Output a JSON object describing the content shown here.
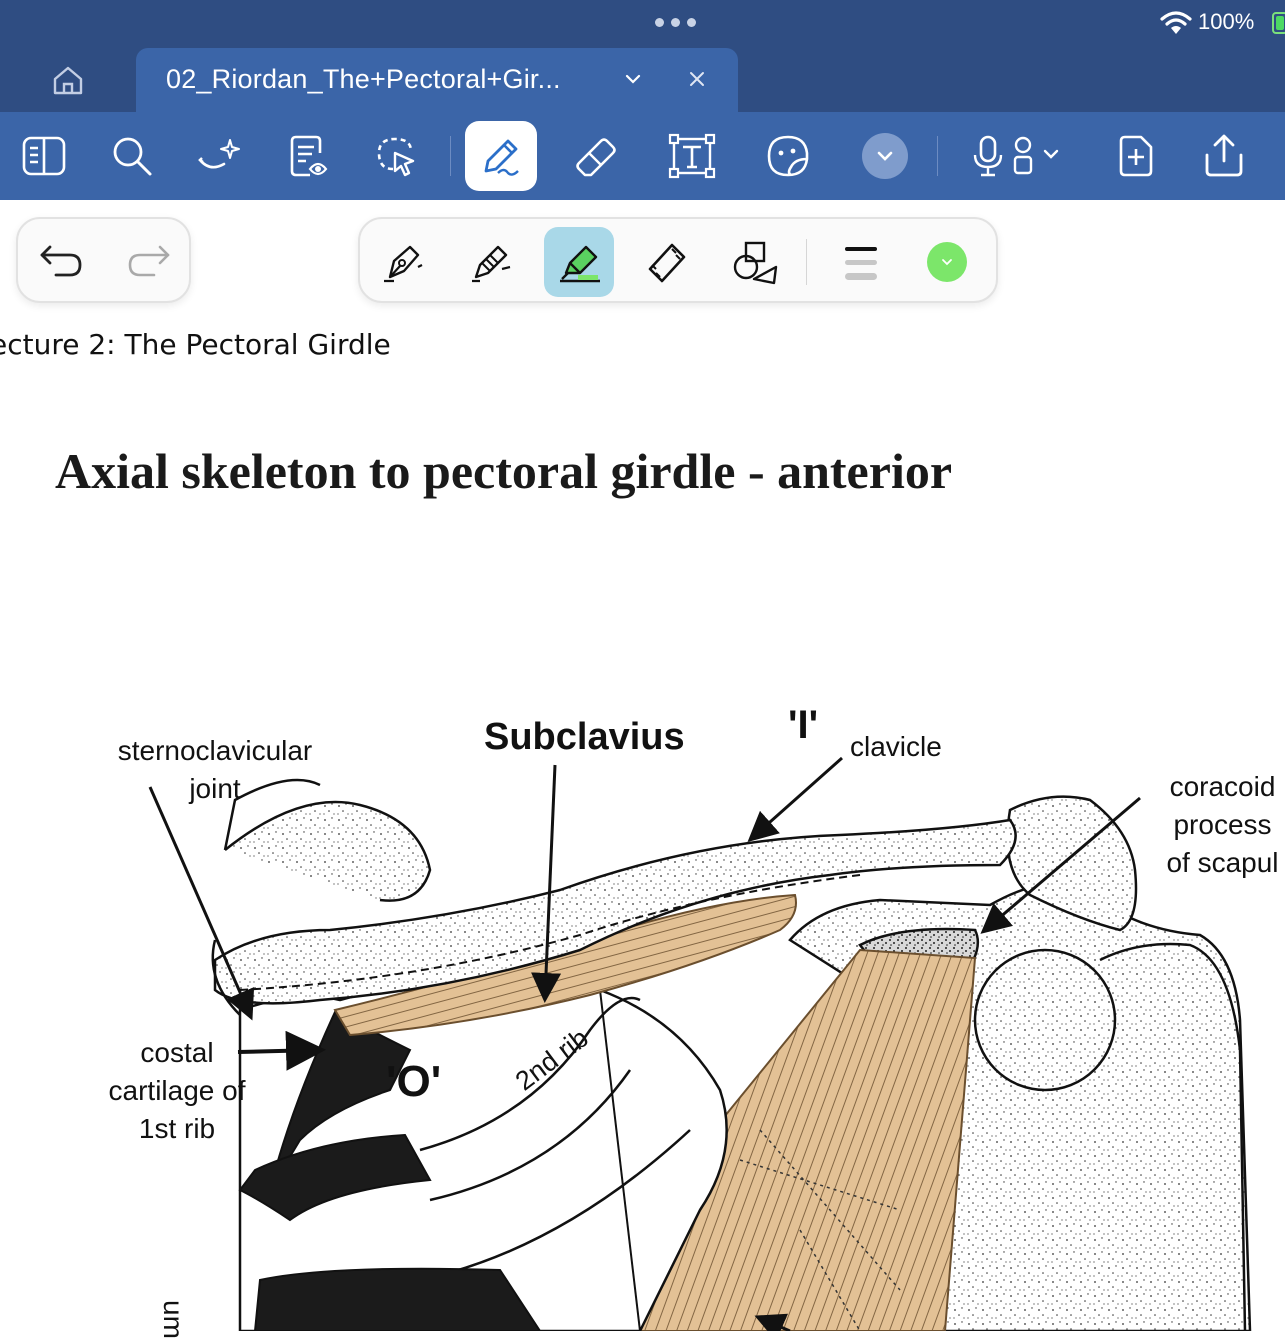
{
  "status_bar": {
    "battery": "100%",
    "wifi_icon": "wifi-icon",
    "multitask_icon": "ellipsis-icon"
  },
  "tab_bar": {
    "home_icon": "home-icon",
    "document_tab_title": "02_Riordan_The+Pectoral+Gir...",
    "tab_menu_icon": "chevron-down-icon",
    "close_icon": "close-icon"
  },
  "toolbar": {
    "items": [
      "sidebar-icon",
      "search-icon",
      "ai-assist-icon",
      "document-view-icon",
      "lasso-select-icon",
      "pen-icon",
      "eraser-icon",
      "text-box-icon",
      "sticker-icon",
      "more-chevron-icon",
      "microphone-icon",
      "add-page-icon",
      "share-icon"
    ],
    "active_item": "pen-icon"
  },
  "history_palette": {
    "undo_icon": "undo-icon",
    "redo_icon": "redo-icon"
  },
  "tool_palette": {
    "tools": [
      "fountain-pen-icon",
      "ball-pen-icon",
      "highlighter-icon",
      "tape-icon",
      "shapes-icon",
      "stroke-width-icon"
    ],
    "active_tool": "highlighter-icon",
    "selected_color": "#7ce66a"
  },
  "document": {
    "header_text": "ecture 2: The Pectoral Girdle",
    "slide_title": "Axial skeleton to pectoral girdle - anterior",
    "figure_labels": {
      "sternoclavicular_1": "sternoclavicular",
      "sternoclavicular_2": "joint",
      "subclavius": "Subclavius",
      "insertion_marker": "'I'",
      "clavicle": "clavicle",
      "coracoid_1": "coracoid",
      "coracoid_2": "process",
      "coracoid_3": "of scapul",
      "costal_1": "costal",
      "costal_2": "cartilage of",
      "costal_3": "1st rib",
      "origin_marker": "'O'",
      "second_rib": "2nd rib",
      "sternum_fragment": "um"
    }
  }
}
